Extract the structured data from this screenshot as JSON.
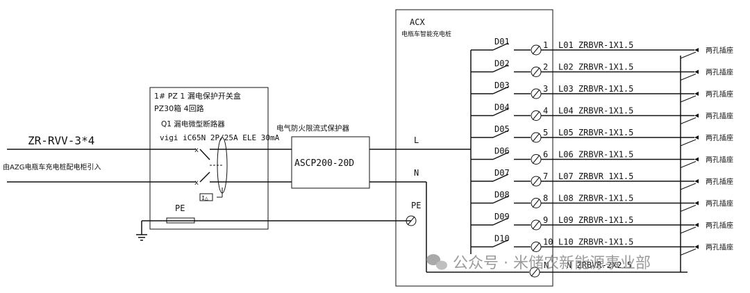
{
  "incoming": {
    "cable": "ZR-RVV-3*4",
    "source": "由AZG电瓶车充电桩配电柜引入"
  },
  "pz_box": {
    "line1": "1# PZ 1 漏电保护开关盒",
    "line2": "PZ30箱 4回路",
    "breaker_name": "Q1 漏电微型断路器",
    "breaker_model": "vigi iC65N 2P/25A ELE 30mA"
  },
  "protector": {
    "title": "电气防火限流式保护器",
    "model": "ASCP200-20D"
  },
  "labels": {
    "pe_left": "PE",
    "line_l": "L",
    "line_n": "N",
    "pe_right": "PE"
  },
  "acx": {
    "title": "ACX",
    "subtitle": "电瓶车智能充电桩"
  },
  "circuits": [
    {
      "breaker": "D01",
      "no": "1",
      "cable": "L01 ZRBVR-1X1.5",
      "load": "两孔插座"
    },
    {
      "breaker": "D02",
      "no": "2",
      "cable": "L02 ZRBVR-1X1.5",
      "load": "两孔插座"
    },
    {
      "breaker": "D03",
      "no": "3",
      "cable": "L03 ZRBVR-1X1.5",
      "load": "两孔插座"
    },
    {
      "breaker": "D04",
      "no": "4",
      "cable": "L04 ZRBVR-1X1.5",
      "load": "两孔插座"
    },
    {
      "breaker": "D05",
      "no": "5",
      "cable": "L05 ZRBVR-1X1.5",
      "load": "两孔插座"
    },
    {
      "breaker": "D06",
      "no": "6",
      "cable": "L06 ZRBVR-1X1.5",
      "load": "两孔插座"
    },
    {
      "breaker": "D07",
      "no": "7",
      "cable": "L07 ZRBVR 1X1.5",
      "load": "两孔插座"
    },
    {
      "breaker": "D08",
      "no": "8",
      "cable": "L08 ZRBVR-1X1.5",
      "load": "两孔插座"
    },
    {
      "breaker": "D09",
      "no": "9",
      "cable": "L09 ZRBVR-1X1.5",
      "load": "两孔插座"
    },
    {
      "breaker": "D10",
      "no": "10",
      "cable": "L10 ZRBVR-1X1.5",
      "load": "两孔插座"
    }
  ],
  "neutral": {
    "terminal": "N",
    "cable": "N ZRBVR-2X2.5"
  },
  "watermark": {
    "text": "公众号 · 米储农新能源事业部",
    "icon": "wechat-icon"
  }
}
